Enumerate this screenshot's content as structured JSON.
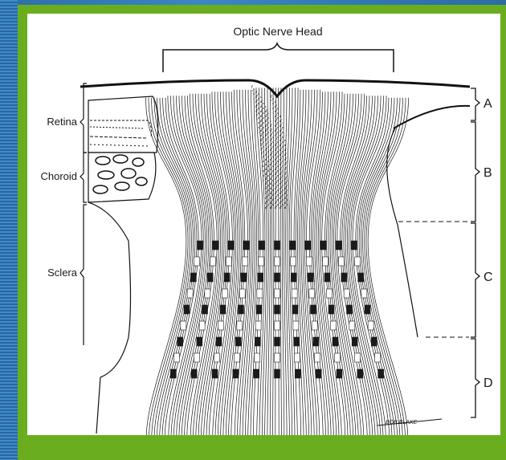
{
  "diagram": {
    "title": "Optic Nerve Head",
    "tissue_labels": [
      "Retina",
      "Choroid",
      "Sclera"
    ],
    "region_labels": [
      "A",
      "B",
      "C",
      "D"
    ],
    "signature": "BOB BLAKE"
  },
  "colors": {
    "ink": "#1a1a1a",
    "panel": "#ffffff",
    "frame": "#6aae1f",
    "background": "#2d6fa8"
  }
}
